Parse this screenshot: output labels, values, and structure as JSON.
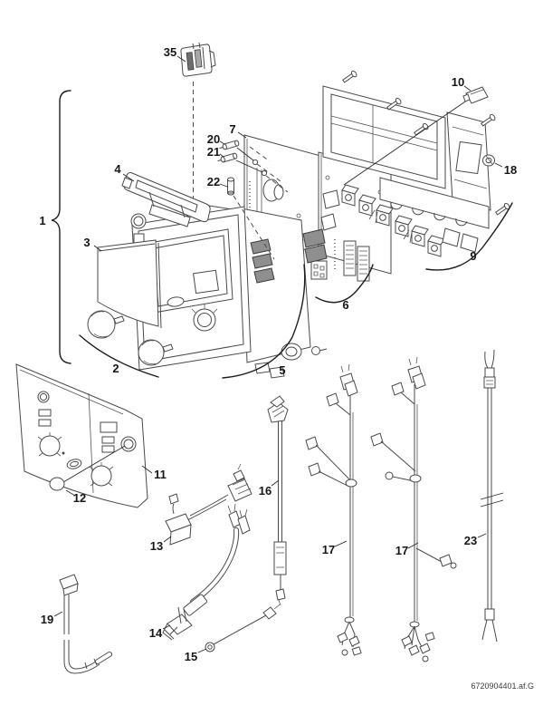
{
  "document": {
    "code": "6720904401.af.G"
  },
  "diagram": {
    "type": "exploded-parts-diagram",
    "subject": "heating-control-unit",
    "callouts": {
      "c1": "1",
      "c2": "2",
      "c3": "3",
      "c4": "4",
      "c5": "5",
      "c6": "6",
      "c7": "7",
      "c9": "9",
      "c10": "10",
      "c11": "11",
      "c12": "12",
      "c13": "13",
      "c14": "14",
      "c15": "15",
      "c16": "16",
      "c17a": "17",
      "c17b": "17",
      "c18": "18",
      "c19": "19",
      "c20": "20",
      "c21": "21",
      "c22": "22",
      "c23": "23",
      "c35": "35"
    }
  }
}
